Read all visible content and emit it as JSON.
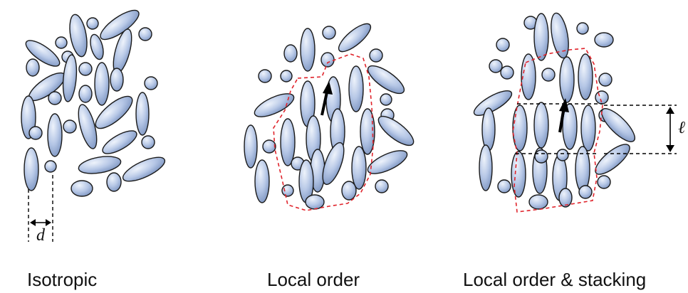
{
  "panels": [
    {
      "caption": "Isotropic",
      "annotation": "d"
    },
    {
      "caption": "Local order"
    },
    {
      "caption": "Local order & stacking",
      "annotation": "ℓ"
    }
  ],
  "colors": {
    "particle_fill": "#b6c7e6",
    "particle_stroke": "#1a1a1a",
    "region_outline": "#e0242c",
    "arrow": "#000000"
  }
}
